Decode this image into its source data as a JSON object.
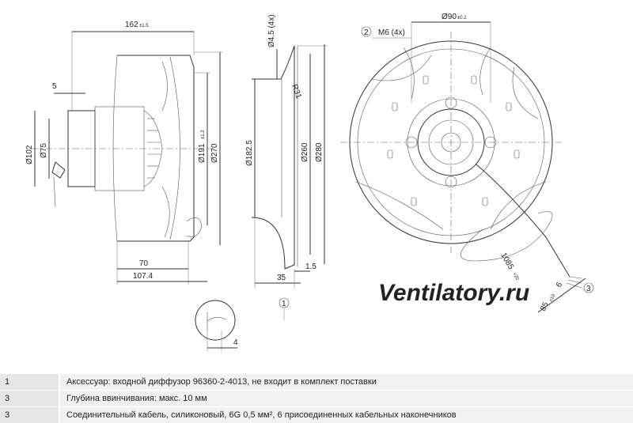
{
  "dimensions": {
    "overall_length": "162",
    "overall_length_tol": "±1.5",
    "flange_offset": "5",
    "diam_102": "Ø102",
    "diam_75": "Ø75",
    "diam_191": "Ø191",
    "diam_191_tol": "±1.2",
    "diam_270": "Ø270",
    "len_70": "70",
    "len_107": "107.4",
    "hole_diam": "Ø4.5 (4x)",
    "radius": "R31",
    "diam_182": "Ø182.5",
    "diam_260": "Ø260",
    "diam_280": "Ø280",
    "len_35": "35",
    "len_1_5": "1.5",
    "detail_4": "4",
    "bolt_circle": "Ø90",
    "bolt_circle_tol": "±0.2",
    "thread": "M6 (4x)",
    "cable_len": "1085",
    "cable_len_tol": "+20",
    "strip_85": "85",
    "strip_85_tol": "±10",
    "strip_6": "6"
  },
  "callouts": {
    "c1": "1",
    "c2": "2",
    "c3": "3"
  },
  "watermark": "Ventilatory.ru",
  "notes": [
    {
      "num": "1",
      "text": "Аксессуар: входной диффузор 96360-2-4013, не входит в комплект поставки"
    },
    {
      "num": "3",
      "text": "Глубина ввинчивания: макс. 10 мм"
    },
    {
      "num": "3",
      "text": "Соединительный кабель, силиконовый, 6G 0,5 мм², 6 присоединенных кабельных наконечников"
    }
  ]
}
